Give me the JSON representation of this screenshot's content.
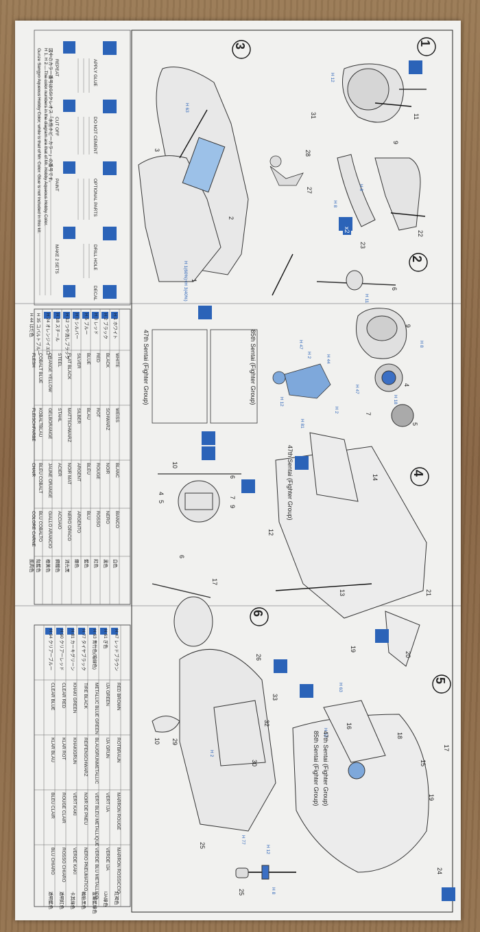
{
  "steps": [
    {
      "num": "1"
    },
    {
      "num": "2"
    },
    {
      "num": "3"
    },
    {
      "num": "4"
    },
    {
      "num": "5"
    },
    {
      "num": "6"
    }
  ],
  "part_numbers": [
    "11",
    "9",
    "22",
    "23",
    "6",
    "9",
    "4",
    "7",
    "5",
    "28",
    "27",
    "2",
    "3",
    "31",
    "1",
    "14",
    "12",
    "13",
    "21",
    "20",
    "19",
    "10",
    "6",
    "7",
    "9",
    "4",
    "5",
    "16",
    "18",
    "17",
    "15",
    "19",
    "24",
    "25",
    "26",
    "33",
    "32",
    "30",
    "29",
    "10",
    "6",
    "17",
    "25",
    "x2"
  ],
  "color_codes": {
    "h8": "H 8",
    "h12": "H 12",
    "h63": "H 63",
    "h47": "H 47",
    "h44": "H 44",
    "h2": "H 2",
    "h18": "H 18",
    "h11": "H 11",
    "mix": "H 1(60%)+H 3(40%)",
    "h81": "H 81",
    "h77": "H 77"
  },
  "markings": {
    "sentai47": "47th Sentai (Fighter Group)",
    "sentai85": "85th Sentai (Fighter Group)"
  },
  "color_table": {
    "left_rows": [
      [
        "H 1 ホワイト",
        "WHITE",
        "WEISS",
        "BLANC",
        "BIANCO",
        "白色"
      ],
      [
        "H 2 ブラック",
        "BLACK",
        "SCHWARZ",
        "NOIR",
        "NERO",
        "黒色"
      ],
      [
        "H 3 レッド",
        "RED",
        "ROT",
        "ROUGE",
        "ROSSO",
        "紅色"
      ],
      [
        "H 5 ブルー",
        "BLUE",
        "BLAU",
        "BLEU",
        "BLU",
        "藍色"
      ],
      [
        "H 8 シルバー",
        "SILVER",
        "SILBER",
        "ARGENT",
        "ARGENTO",
        "銀色"
      ],
      [
        "H 12 つや消しブラック",
        "FLAT BLACK",
        "MATTSCHWARZ",
        "NOIR MAT",
        "NERO OPACO",
        "消光黑"
      ],
      [
        "H 18 スチール",
        "STEEL",
        "STAHL",
        "ACIER",
        "ACCIAIO",
        "鋼鐵色"
      ],
      [
        "H 24 オレンジイエロー",
        "ORANGE YELLOW",
        "GELBORANGE",
        "JAUNE ORANGE",
        "GIALLO ARANCIO",
        "橙黃色"
      ],
      [
        "H 35 コバルトブルー",
        "COBALT BLUE",
        "KOBALTBLAU",
        "BLEU COBALT",
        "BLU COBALTO",
        "鈷藍色"
      ],
      [
        "H 44 はだ色",
        "FLESH",
        "FLEISCHFARBE",
        "CHAIR",
        "COLORE CARNE",
        "肌肉色"
      ]
    ],
    "right_rows": [
      [
        "H 47 レッドブラウン",
        "RED BROWN",
        "ROTBRAUN",
        "MARRON ROUGE",
        "MARRON ROSSICCIO",
        "紅褐色"
      ],
      [
        "H 61 ぎ色",
        "IJA GREEN",
        "IJA GRUN",
        "VERT IJA",
        "VERDE IJA",
        "IJA綠色"
      ],
      [
        "H 63 青竹色(暗緑色)",
        "METALLIC BLUE GREEN",
        "BLAUGRUNMETALLIC",
        "VERT BLEU METALLIQUE",
        "VERDE BLU METALLICO",
        "金屬藍綠色"
      ],
      [
        "H 77 タイヤブラック",
        "TIRE BLACK",
        "REIFENSCHWARZ",
        "NOIR DE PNEU",
        "NERO PNEUMATICO",
        "輪胎黑色"
      ],
      [
        "H 81 カーキグリーン",
        "KHAKI GREEN",
        "KHAKIGRUN",
        "VERT KAKI",
        "VERDE KAKI",
        "卡其綠色"
      ],
      [
        "H 90 クリアーレッド",
        "CLEAR RED",
        "KLAR ROT",
        "ROUGE CLAIR",
        "ROSSO CHIARO",
        "透明紅色"
      ],
      [
        "H 94 クリアーブルー",
        "CLEAR BLUE",
        "KLAR BLAU",
        "BLEU CLAIR",
        "BLU CHIARO",
        "透明藍色"
      ]
    ]
  },
  "notes": [
    "図中のカラー番号はGSIクレオス「水性ホビーカラー」の番号です。",
    "H 1, H 2 ... The color numbers in the diagram are that of Mr. Hobby Aqueous Hobby Color.",
    "Gunze Sangyo Aqueous Hobby Color, while is that of Mr. Color. Glue is not included in this kit."
  ],
  "symbols": [
    "APPLY GLUE",
    "DO NOT CEMENT",
    "OPTIONAL PARTS",
    "DRILL HOLE",
    "REPEAT",
    "CUT OFF",
    "PAINT",
    "MAKE 2 SETS",
    "DECAL"
  ]
}
